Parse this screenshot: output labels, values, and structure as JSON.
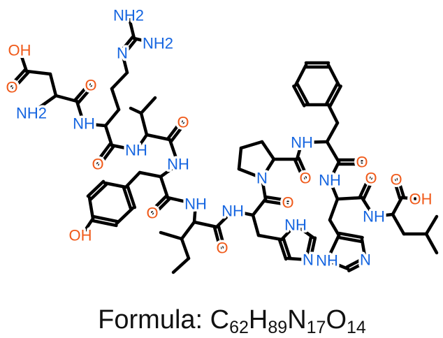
{
  "molecule": {
    "atom_labels": [
      "OH",
      "O",
      "NH2",
      "O",
      "NH",
      "N",
      "NH2",
      "NH2",
      "O",
      "NH",
      "O",
      "NH",
      "O",
      "NH",
      "OH",
      "O",
      "NH",
      "O",
      "N",
      "NH",
      "N",
      "O",
      "NH",
      "O",
      "NH",
      "O",
      "N",
      "NH",
      "NH",
      "O",
      "OH"
    ],
    "colors": {
      "oxygen": "#f05a1a",
      "nitrogen": "#1565e0",
      "bond": "#000000"
    }
  },
  "formula": {
    "label": "Formula: ",
    "parts": [
      {
        "el": "C",
        "n": "62"
      },
      {
        "el": "H",
        "n": "89"
      },
      {
        "el": "N",
        "n": "17"
      },
      {
        "el": "O",
        "n": "14"
      }
    ]
  }
}
